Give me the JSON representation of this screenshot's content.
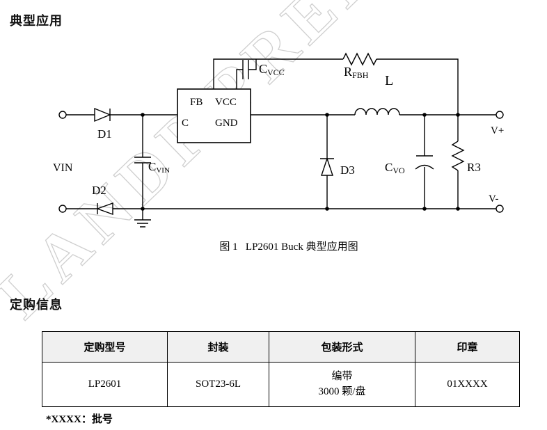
{
  "colors": {
    "table_header_bg": "#f0f0f0",
    "watermark_stroke": "#cfcfcf"
  },
  "sections": {
    "typical_application": "典型应用",
    "ordering_info": "定购信息"
  },
  "figure": {
    "caption": "图 1   LP2601 Buck 典型应用图"
  },
  "watermark": {
    "text": "LANDP PRELIM"
  },
  "schematic": {
    "terminals": {
      "vplus": "V+",
      "vminus": "V-"
    },
    "labels": {
      "vin": "VIN",
      "d1": "D1",
      "d2": "D2",
      "d3": "D3",
      "l": "L",
      "r3": "R3",
      "cvin_main": "C",
      "cvin_sub": "VIN",
      "cvcc_main": "C",
      "cvcc_sub": "VCC",
      "cvo_main": "C",
      "cvo_sub": "VO",
      "rfbh_main": "R",
      "rfbh_sub": "FBH"
    },
    "ic": {
      "fb": "FB",
      "vcc": "VCC",
      "c": "C",
      "gnd": "GND"
    }
  },
  "order_table": {
    "headers": [
      "定购型号",
      "封装",
      "包装形式",
      "印章"
    ],
    "row": {
      "model": "LP2601",
      "package": "SOT23-6L",
      "packaging_line1": "编带",
      "packaging_line2": "3000 颗/盘",
      "marking": "01XXXX"
    }
  },
  "footnote": "*XXXX：批号"
}
